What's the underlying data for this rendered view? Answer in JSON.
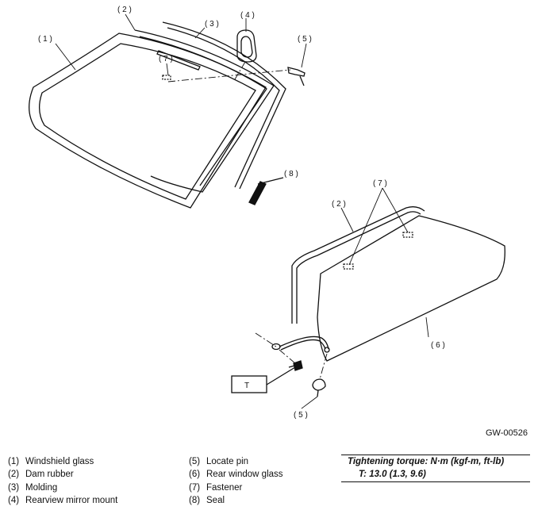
{
  "diagram": {
    "callouts": {
      "c1": "( 1 )",
      "c2_top": "( 2 )",
      "c3": "( 3 )",
      "c4": "( 4 )",
      "c5_top": "( 5 )",
      "c7_top": "( 7 )",
      "c8": "( 8 )",
      "c7_rear": "( 7 )",
      "c2_rear": "( 2 )",
      "c6": "( 6 )",
      "c5_bottom": "( 5 )"
    },
    "torque_box_label": "T"
  },
  "figure_id": "GW-00526",
  "legend": {
    "col1": [
      {
        "num": "(1)",
        "label": "Windshield glass"
      },
      {
        "num": "(2)",
        "label": "Dam rubber"
      },
      {
        "num": "(3)",
        "label": "Molding"
      },
      {
        "num": "(4)",
        "label": "Rearview mirror mount"
      }
    ],
    "col2": [
      {
        "num": "(5)",
        "label": "Locate pin"
      },
      {
        "num": "(6)",
        "label": "Rear window glass"
      },
      {
        "num": "(7)",
        "label": "Fastener"
      },
      {
        "num": "(8)",
        "label": "Seal"
      }
    ]
  },
  "torque": {
    "heading": "Tightening torque: N·m (kgf-m, ft-lb)",
    "value": "T:   13.0 (1.3, 9.6)"
  }
}
